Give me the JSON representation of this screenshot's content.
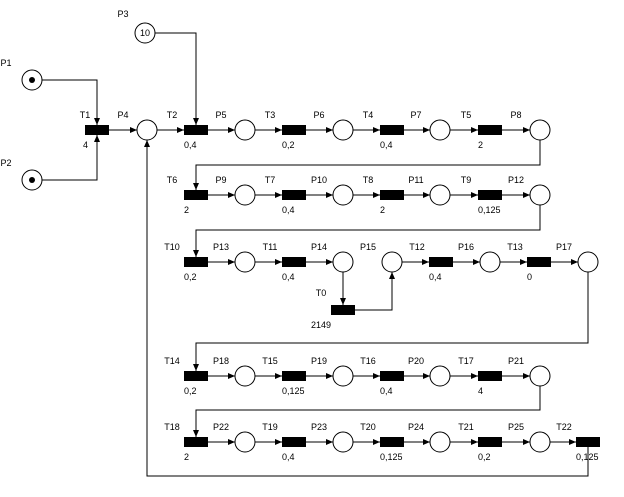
{
  "diagram": {
    "places": [
      {
        "id": "P1",
        "label": "P1",
        "tokens": 1
      },
      {
        "id": "P2",
        "label": "P2",
        "tokens": 1
      },
      {
        "id": "P3",
        "label": "P3",
        "marking": "10"
      },
      {
        "id": "P4",
        "label": "P4"
      },
      {
        "id": "P5",
        "label": "P5"
      },
      {
        "id": "P6",
        "label": "P6"
      },
      {
        "id": "P7",
        "label": "P7"
      },
      {
        "id": "P8",
        "label": "P8"
      },
      {
        "id": "P9",
        "label": "P9"
      },
      {
        "id": "P10",
        "label": "P10"
      },
      {
        "id": "P11",
        "label": "P11"
      },
      {
        "id": "P12",
        "label": "P12"
      },
      {
        "id": "P13",
        "label": "P13"
      },
      {
        "id": "P14",
        "label": "P14"
      },
      {
        "id": "P15",
        "label": "P15"
      },
      {
        "id": "P16",
        "label": "P16"
      },
      {
        "id": "P17",
        "label": "P17"
      },
      {
        "id": "P18",
        "label": "P18"
      },
      {
        "id": "P19",
        "label": "P19"
      },
      {
        "id": "P20",
        "label": "P20"
      },
      {
        "id": "P21",
        "label": "P21"
      },
      {
        "id": "P22",
        "label": "P22"
      },
      {
        "id": "P23",
        "label": "P23"
      },
      {
        "id": "P24",
        "label": "P24"
      },
      {
        "id": "P25",
        "label": "P25"
      }
    ],
    "transitions": [
      {
        "id": "T1",
        "label": "T1",
        "delay": "4"
      },
      {
        "id": "T2",
        "label": "T2",
        "delay": "0,4"
      },
      {
        "id": "T3",
        "label": "T3",
        "delay": "0,2"
      },
      {
        "id": "T4",
        "label": "T4",
        "delay": "0,4"
      },
      {
        "id": "T5",
        "label": "T5",
        "delay": "2"
      },
      {
        "id": "T6",
        "label": "T6",
        "delay": "2"
      },
      {
        "id": "T7",
        "label": "T7",
        "delay": "0,4"
      },
      {
        "id": "T8",
        "label": "T8",
        "delay": "2"
      },
      {
        "id": "T9",
        "label": "T9",
        "delay": "0,125"
      },
      {
        "id": "T10",
        "label": "T10",
        "delay": "0,2"
      },
      {
        "id": "T11",
        "label": "T11",
        "delay": "0,4"
      },
      {
        "id": "T12",
        "label": "T12",
        "delay": "0,4"
      },
      {
        "id": "T13",
        "label": "T13",
        "delay": "0"
      },
      {
        "id": "T0",
        "label": "T0",
        "delay": "2149"
      },
      {
        "id": "T14",
        "label": "T14",
        "delay": "0,2"
      },
      {
        "id": "T15",
        "label": "T15",
        "delay": "0,125"
      },
      {
        "id": "T16",
        "label": "T16",
        "delay": "0,4"
      },
      {
        "id": "T17",
        "label": "T17",
        "delay": "4"
      },
      {
        "id": "T18",
        "label": "T18",
        "delay": "2"
      },
      {
        "id": "T19",
        "label": "T19",
        "delay": "0,4"
      },
      {
        "id": "T20",
        "label": "T20",
        "delay": "0,125"
      },
      {
        "id": "T21",
        "label": "T21",
        "delay": "0,2"
      },
      {
        "id": "T22",
        "label": "T22",
        "delay": "0,125"
      }
    ],
    "arcs": [
      [
        "P1",
        "T1"
      ],
      [
        "P2",
        "T1"
      ],
      [
        "T1",
        "P4"
      ],
      [
        "P4",
        "T2"
      ],
      [
        "P3",
        "T2"
      ],
      [
        "T2",
        "P5"
      ],
      [
        "P5",
        "T3"
      ],
      [
        "T3",
        "P6"
      ],
      [
        "P6",
        "T4"
      ],
      [
        "T4",
        "P7"
      ],
      [
        "P7",
        "T5"
      ],
      [
        "T5",
        "P8"
      ],
      [
        "P8",
        "T6"
      ],
      [
        "T6",
        "P9"
      ],
      [
        "P9",
        "T7"
      ],
      [
        "T7",
        "P10"
      ],
      [
        "P10",
        "T8"
      ],
      [
        "T8",
        "P11"
      ],
      [
        "P11",
        "T9"
      ],
      [
        "T9",
        "P12"
      ],
      [
        "P12",
        "T10"
      ],
      [
        "T10",
        "P13"
      ],
      [
        "P13",
        "T11"
      ],
      [
        "T11",
        "P14"
      ],
      [
        "P14",
        "T0"
      ],
      [
        "T0",
        "P15"
      ],
      [
        "P15",
        "T12"
      ],
      [
        "T12",
        "P16"
      ],
      [
        "P16",
        "T13"
      ],
      [
        "T13",
        "P17"
      ],
      [
        "P17",
        "T14"
      ],
      [
        "T14",
        "P18"
      ],
      [
        "P18",
        "T15"
      ],
      [
        "T15",
        "P19"
      ],
      [
        "P19",
        "T16"
      ],
      [
        "T16",
        "P20"
      ],
      [
        "P20",
        "T17"
      ],
      [
        "T17",
        "P21"
      ],
      [
        "P21",
        "T18"
      ],
      [
        "T18",
        "P22"
      ],
      [
        "P22",
        "T19"
      ],
      [
        "T19",
        "P23"
      ],
      [
        "P23",
        "T20"
      ],
      [
        "T20",
        "P24"
      ],
      [
        "P24",
        "T21"
      ],
      [
        "T21",
        "P25"
      ],
      [
        "P25",
        "T22"
      ],
      [
        "T22",
        "P4"
      ]
    ]
  }
}
